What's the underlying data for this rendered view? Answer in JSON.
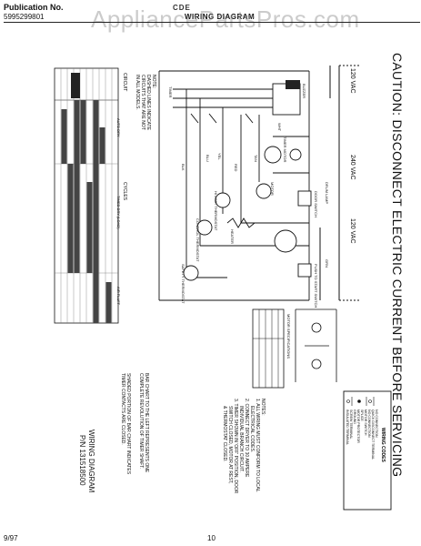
{
  "header": {
    "publication_label": "Publication No.",
    "publication_number": "5995299801",
    "model": "CDE",
    "title": "WIRING DIAGRAM"
  },
  "watermark": "AppliancePartsPros.com",
  "caution": "CAUTION: DISCONNECT ELECTRIC CURRENT BEFORE SERVICING",
  "voltages": {
    "v120_top": "120 VAC",
    "v240": "240 VAC",
    "v120_bottom": "120 VAC"
  },
  "notes_dashed": [
    "NOTE:",
    "DASHED LINES INDICATE",
    "CIRCUITS THAT ARE NOT",
    "IN ALL MODELS."
  ],
  "notes_main": [
    "NOTES:",
    "1. ALL WIRING MUST CONFORM TO LOCAL",
    "ELECTRICAL CODES.",
    "2. CONNECT DRYER TO 30 AMPERE",
    "INDIVIDUAL BRANCH CIRCUIT.",
    "3. TIMER SHOWN IN 'OFF' POSITION, DOOR",
    "SWITCH CLOSED, MOTOR AT REST,",
    "& THERMOSTAT CLOSED."
  ],
  "bar_chart_notes": [
    "BAR CHART TO THE LEFT REPRESENTS ONE",
    "COMPLETE REVOLUTION OF TIMER SHAFT.",
    "SHADED PORTION OF BAR CHART INDICATES",
    "TIMER CONTACTS ARE CLOSED."
  ],
  "diagram_id": [
    "WIRING DIAGRAM",
    "P/N 131518500"
  ],
  "chart_labels": {
    "circuit": "CIRCUIT",
    "cycles": "CYCLES",
    "auto_dry": "AUTO DRY",
    "timed_dry": "TIMED DRY (LOAD)",
    "air_fluff": "AIR FLUFF"
  },
  "wiring_codes": {
    "title": "WIRING CODES",
    "items": [
      "NO CONNECTION",
      "QUICK DISCONNECT TERMINAL",
      "NO CONNECTION",
      "MOTOR SWITCH",
      "SPLICE",
      "MOTOR PROTECTOR",
      "GROUND",
      "SCREW TERMINAL",
      "INSULATED TERMINAL"
    ]
  },
  "motor_spec_title": "MOTOR SPECIFICATIONS",
  "components": [
    "TIMER",
    "BUZZER",
    "TIMER MOTOR",
    "DOOR SWITCH",
    "MOTOR",
    "HI LIMIT THERMOSTAT",
    "CONTROL THERMOSTAT",
    "SAFETY THERMOSTAT",
    "DRUM LAMP",
    "PUSH TO START SWITCH",
    "HEATER",
    "BLK",
    "RED",
    "WHT",
    "BLU",
    "YEL",
    "TAN",
    "GRN"
  ],
  "footer": {
    "date": "9/97",
    "page": "10"
  }
}
